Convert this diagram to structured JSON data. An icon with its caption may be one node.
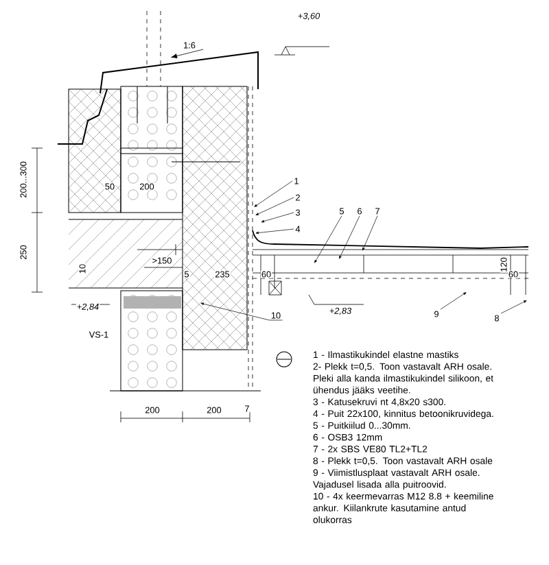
{
  "diagram": {
    "nodes": [
      {
        "text": [
          "1"
        ]
      },
      {
        "text": [
          "2"
        ]
      },
      {
        "text": [
          "3"
        ]
      },
      {
        "text": [
          "4"
        ]
      },
      {
        "text": [
          "5"
        ]
      },
      {
        "text": [
          "6"
        ]
      },
      {
        "text": [
          "7"
        ]
      },
      {
        "text": [
          "8"
        ]
      },
      {
        "text": [
          "9"
        ]
      },
      {
        "text": [
          "10"
        ]
      }
    ],
    "edges": [
      {
        "from": 0,
        "to": null,
        "arrow": "to"
      },
      {
        "from": 1,
        "to": null,
        "arrow": "to"
      },
      {
        "from": 2,
        "to": null,
        "arrow": "to"
      },
      {
        "from": 3,
        "to": null,
        "arrow": "to"
      },
      {
        "from": 4,
        "to": null,
        "arrow": "to"
      },
      {
        "from": 5,
        "to": null,
        "arrow": "to"
      },
      {
        "from": 6,
        "to": null,
        "arrow": "to"
      },
      {
        "from": 7,
        "to": null,
        "arrow": "to"
      },
      {
        "from": 8,
        "to": null,
        "arrow": "to"
      },
      {
        "from": 9,
        "to": null,
        "arrow": "to"
      }
    ],
    "labels": [
      "1:6",
      "+3,60",
      "200...300",
      "50",
      "200",
      "250",
      ">150",
      "10",
      "5",
      "235",
      "60",
      "120",
      "60",
      "+2,84",
      "+2,83",
      "VS-1",
      "200",
      "200",
      "7",
      "1 - Ilmastikukindel elastne mastiks",
      "2- Plekk t=0,5. Toon vastavalt ARH osale. Pleki alla kanda ilmastikukindel silikoon, et ühendus jääks veetihe.",
      "3 - Katusekruvi nt 4,8x20 s300.",
      "4 - Puit 22x100, kinnitus betoonikruvidega.",
      "5 - Puitkiilud 0...30mm.",
      "6 - OSB3 12mm",
      "7 - 2x SBS VE80 TL2+TL2",
      "8 - Plekk t=0,5. Toon vastavalt ARH osale",
      "9 - Viimistlusplaat vastavalt ARH osale. Vajadusel lisada alla puitroovid.",
      "10 - 4x keermevarras M12 8.8 + keemiline ankur. Kiilankrute kasutamine antud olukorras"
    ]
  }
}
